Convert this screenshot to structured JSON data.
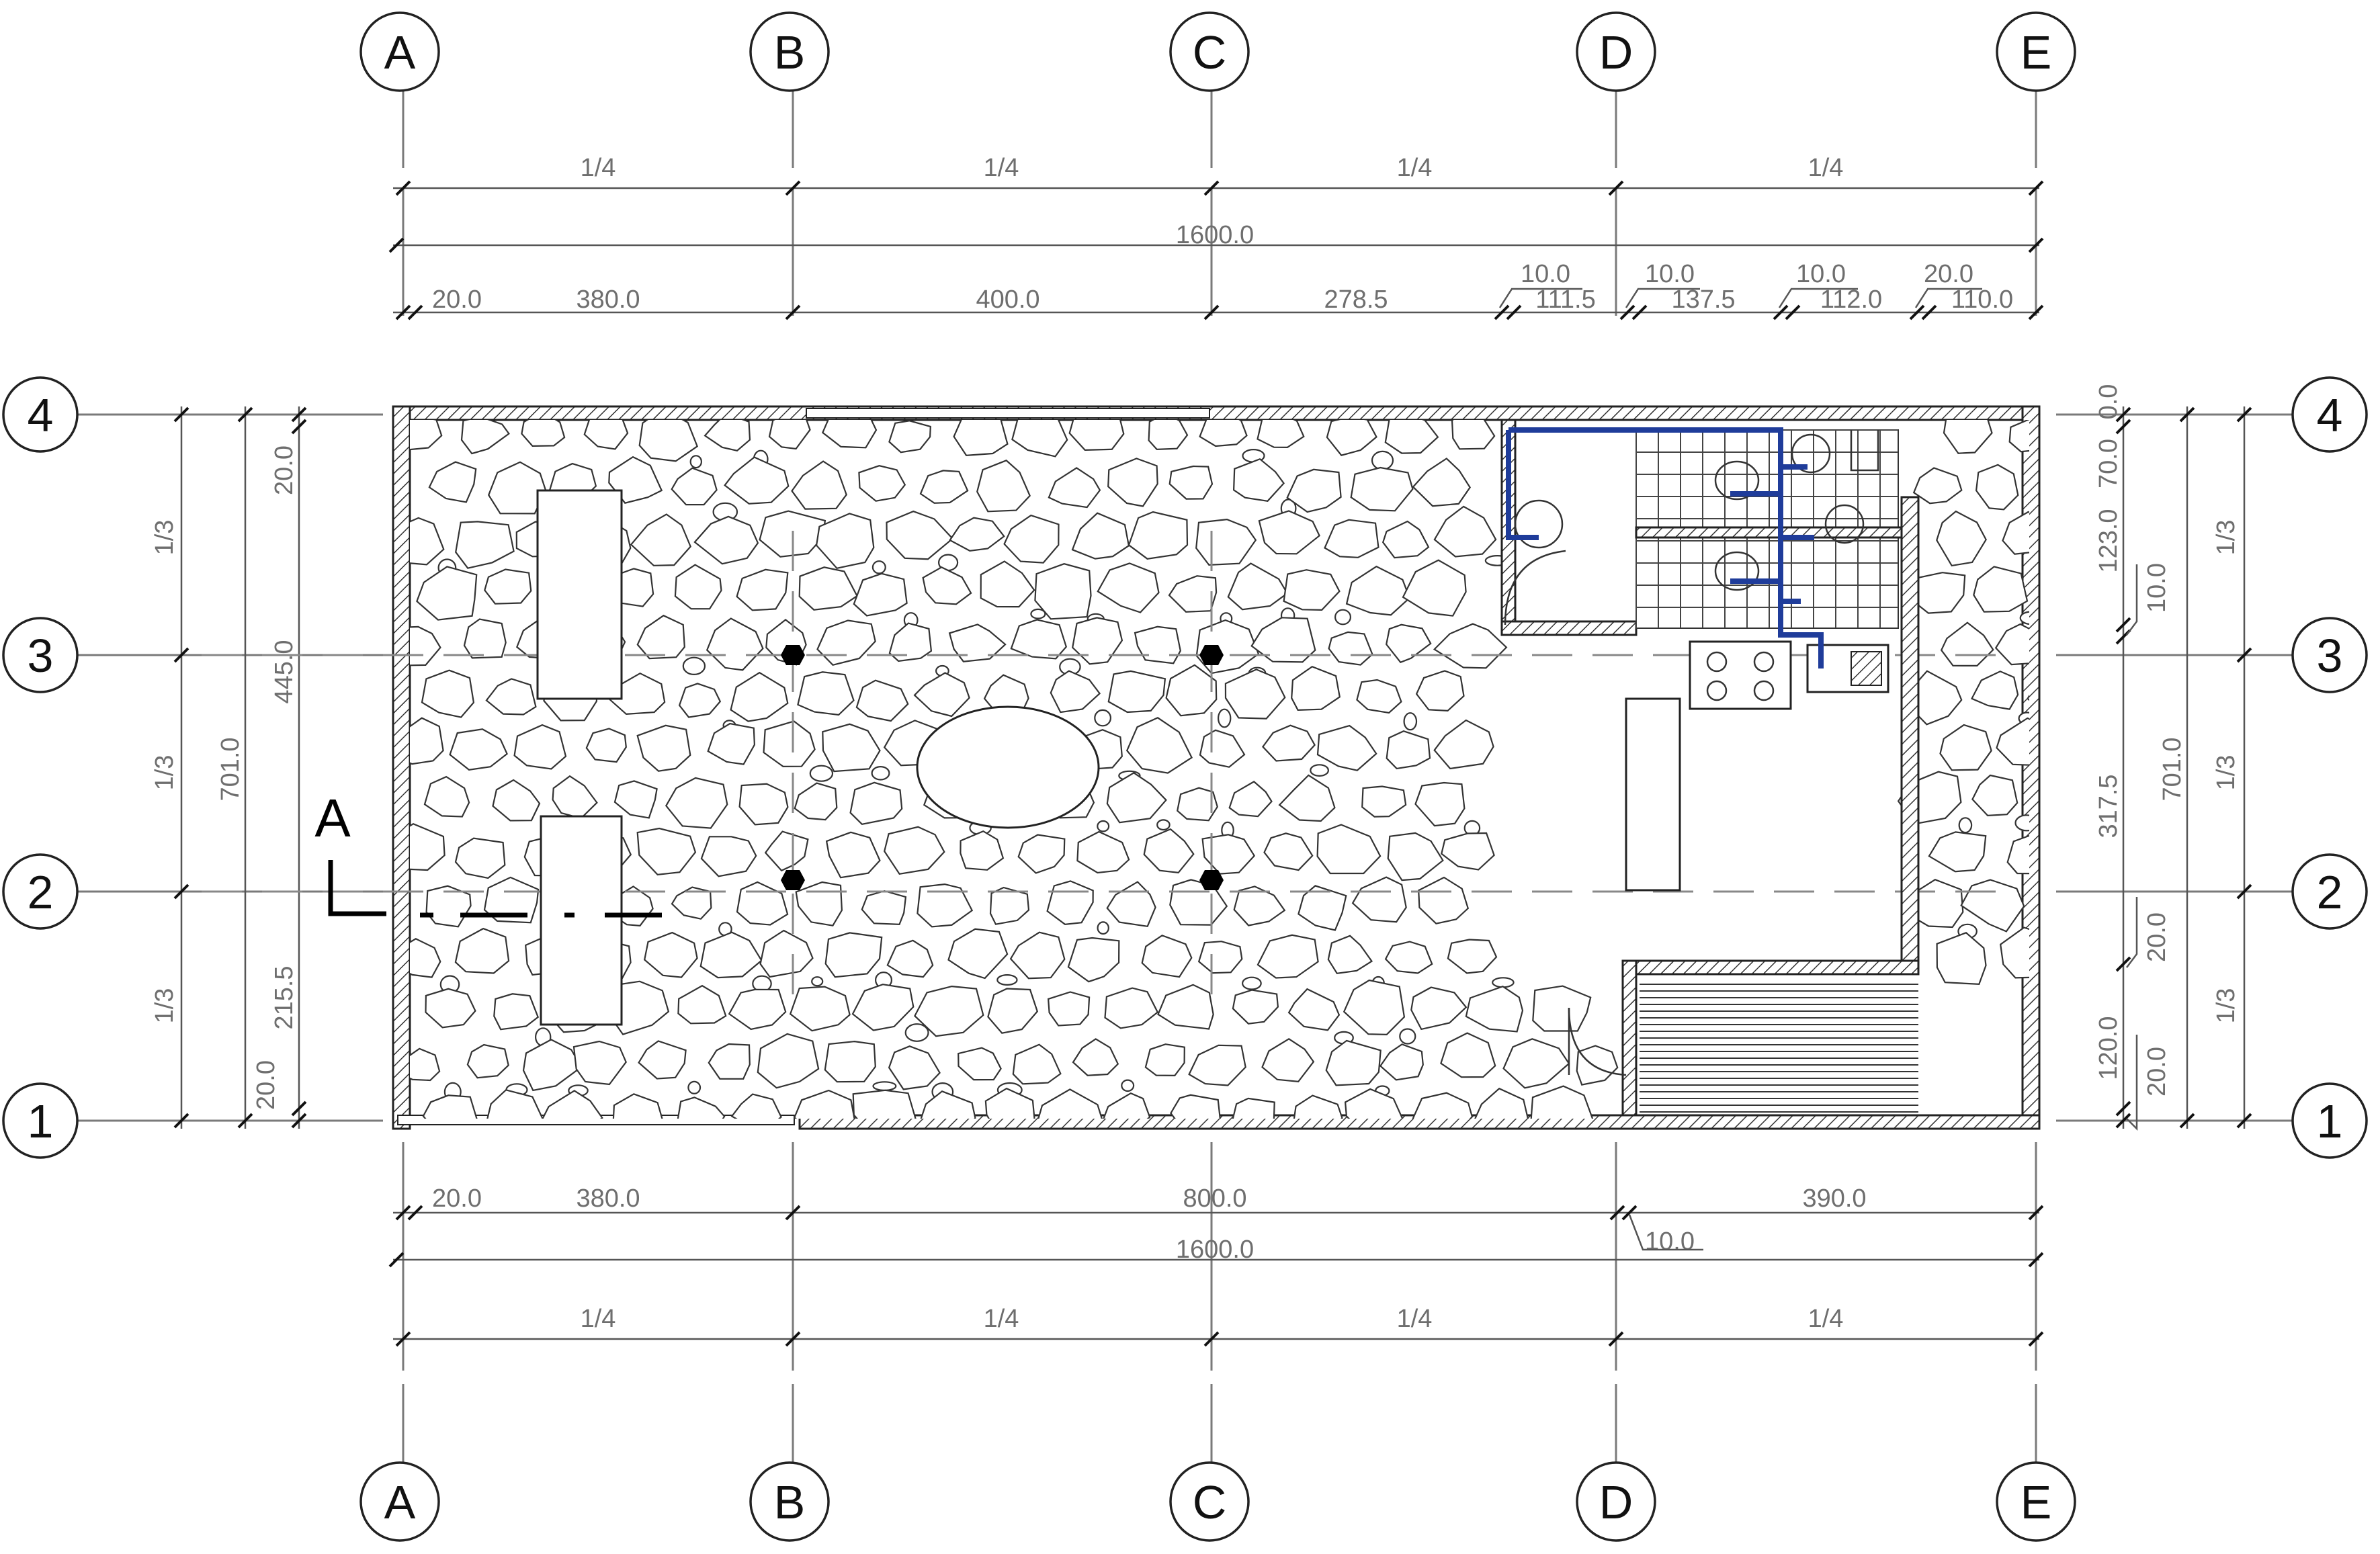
{
  "grid_columns": [
    "A",
    "B",
    "C",
    "D",
    "E"
  ],
  "grid_rows": [
    "4",
    "3",
    "2",
    "1"
  ],
  "dims_top": {
    "fractions": [
      "1/4",
      "1/4",
      "1/4",
      "1/4"
    ],
    "overall": "1600.0",
    "segments": [
      "20.0",
      "380.0",
      "400.0",
      "278.5",
      "10.0",
      "111.5",
      "10.0",
      "137.5",
      "10.0",
      "112.0",
      "20.0",
      "110.0"
    ]
  },
  "dims_bottom": {
    "segments": [
      "20.0",
      "380.0",
      "800.0",
      "390.0",
      "10.0"
    ],
    "overall": "1600.0",
    "fractions": [
      "1/4",
      "1/4",
      "1/4",
      "1/4"
    ]
  },
  "dims_left": {
    "fractions": [
      "1/3",
      "1/3",
      "1/3"
    ],
    "overall": "701.0",
    "segments": [
      "20.0",
      "445.0",
      "215.5",
      "20.0"
    ]
  },
  "dims_right": {
    "segments": [
      "70.0",
      "0.0",
      "123.0",
      "10.0",
      "317.5",
      "20.0",
      "120.0",
      "20.0"
    ],
    "overall": "701.0",
    "fractions": [
      "1/3",
      "1/3",
      "1/3"
    ]
  },
  "section_marker": "A",
  "colors": {
    "pipe": "#1f3c9a",
    "wall_hatch": "#222222"
  }
}
